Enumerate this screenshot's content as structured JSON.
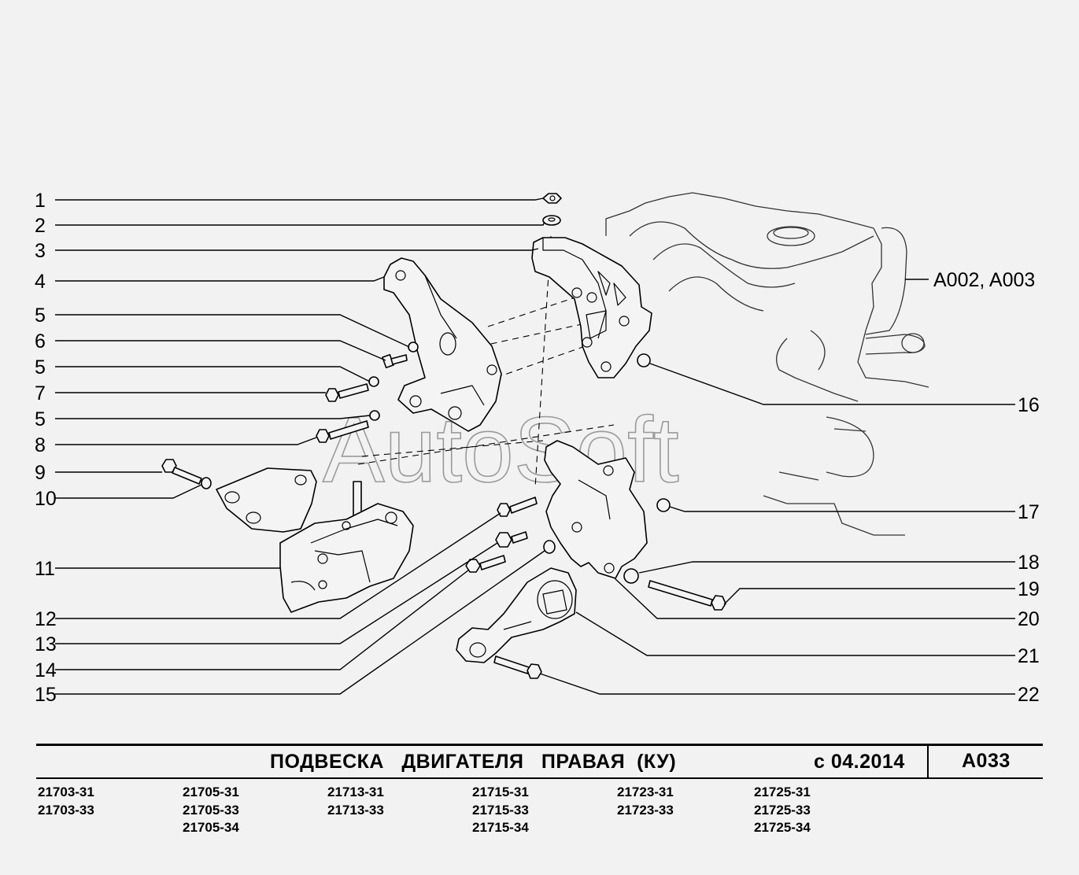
{
  "diagram": {
    "watermark": "AutoSoft",
    "reference": "A002, A003",
    "left_callouts": [
      "1",
      "2",
      "3",
      "4",
      "5",
      "6",
      "5",
      "7",
      "5",
      "8",
      "9",
      "10",
      "11",
      "12",
      "13",
      "14",
      "15"
    ],
    "right_callouts": [
      "16",
      "17",
      "18",
      "19",
      "20",
      "21",
      "22"
    ]
  },
  "title_block": {
    "title": "ПОДВЕСКА   ДВИГАТЕЛЯ   ПРАВАЯ  (КУ)",
    "date": "с 04.2014",
    "code": "A033"
  },
  "models": [
    [
      "21703-31",
      "21703-33"
    ],
    [
      "21705-31",
      "21705-33",
      "21705-34"
    ],
    [
      "21713-31",
      "21713-33"
    ],
    [
      "21715-31",
      "21715-33",
      "21715-34"
    ],
    [
      "21723-31",
      "21723-33"
    ],
    [
      "21725-31",
      "21725-33",
      "21725-34"
    ]
  ]
}
